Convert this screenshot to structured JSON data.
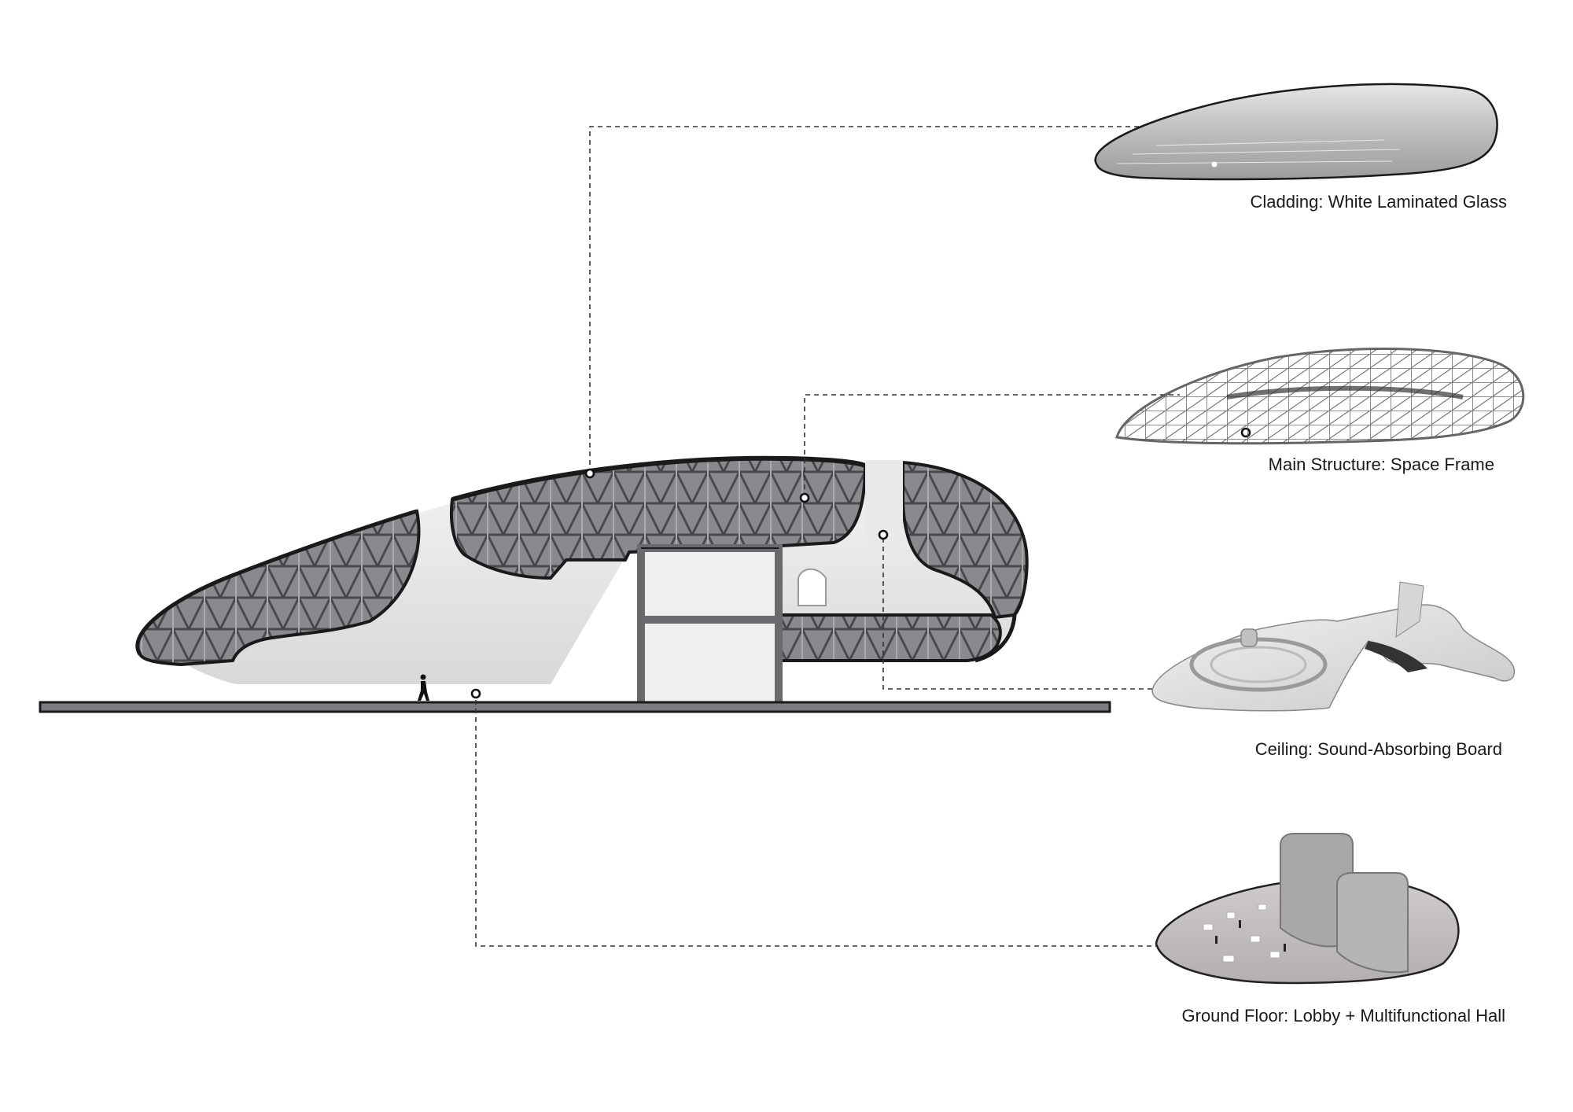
{
  "diagram": {
    "type": "exploded building section diagram",
    "section_title": "",
    "layers": [
      {
        "id": "cladding",
        "label": "Cladding: White Laminated Glass"
      },
      {
        "id": "frame",
        "label": "Main Structure: Space Frame"
      },
      {
        "id": "ceiling",
        "label": "Ceiling: Sound-Absorbing Board"
      },
      {
        "id": "ground",
        "label": "Ground Floor: Lobby + Multifunctional Hall"
      }
    ],
    "colors": {
      "section_fill": "#7c7c80",
      "section_stroke": "#1a1a1a",
      "shell_interior": "#ececec",
      "leader_line": "#333333",
      "background": "#ffffff"
    }
  }
}
